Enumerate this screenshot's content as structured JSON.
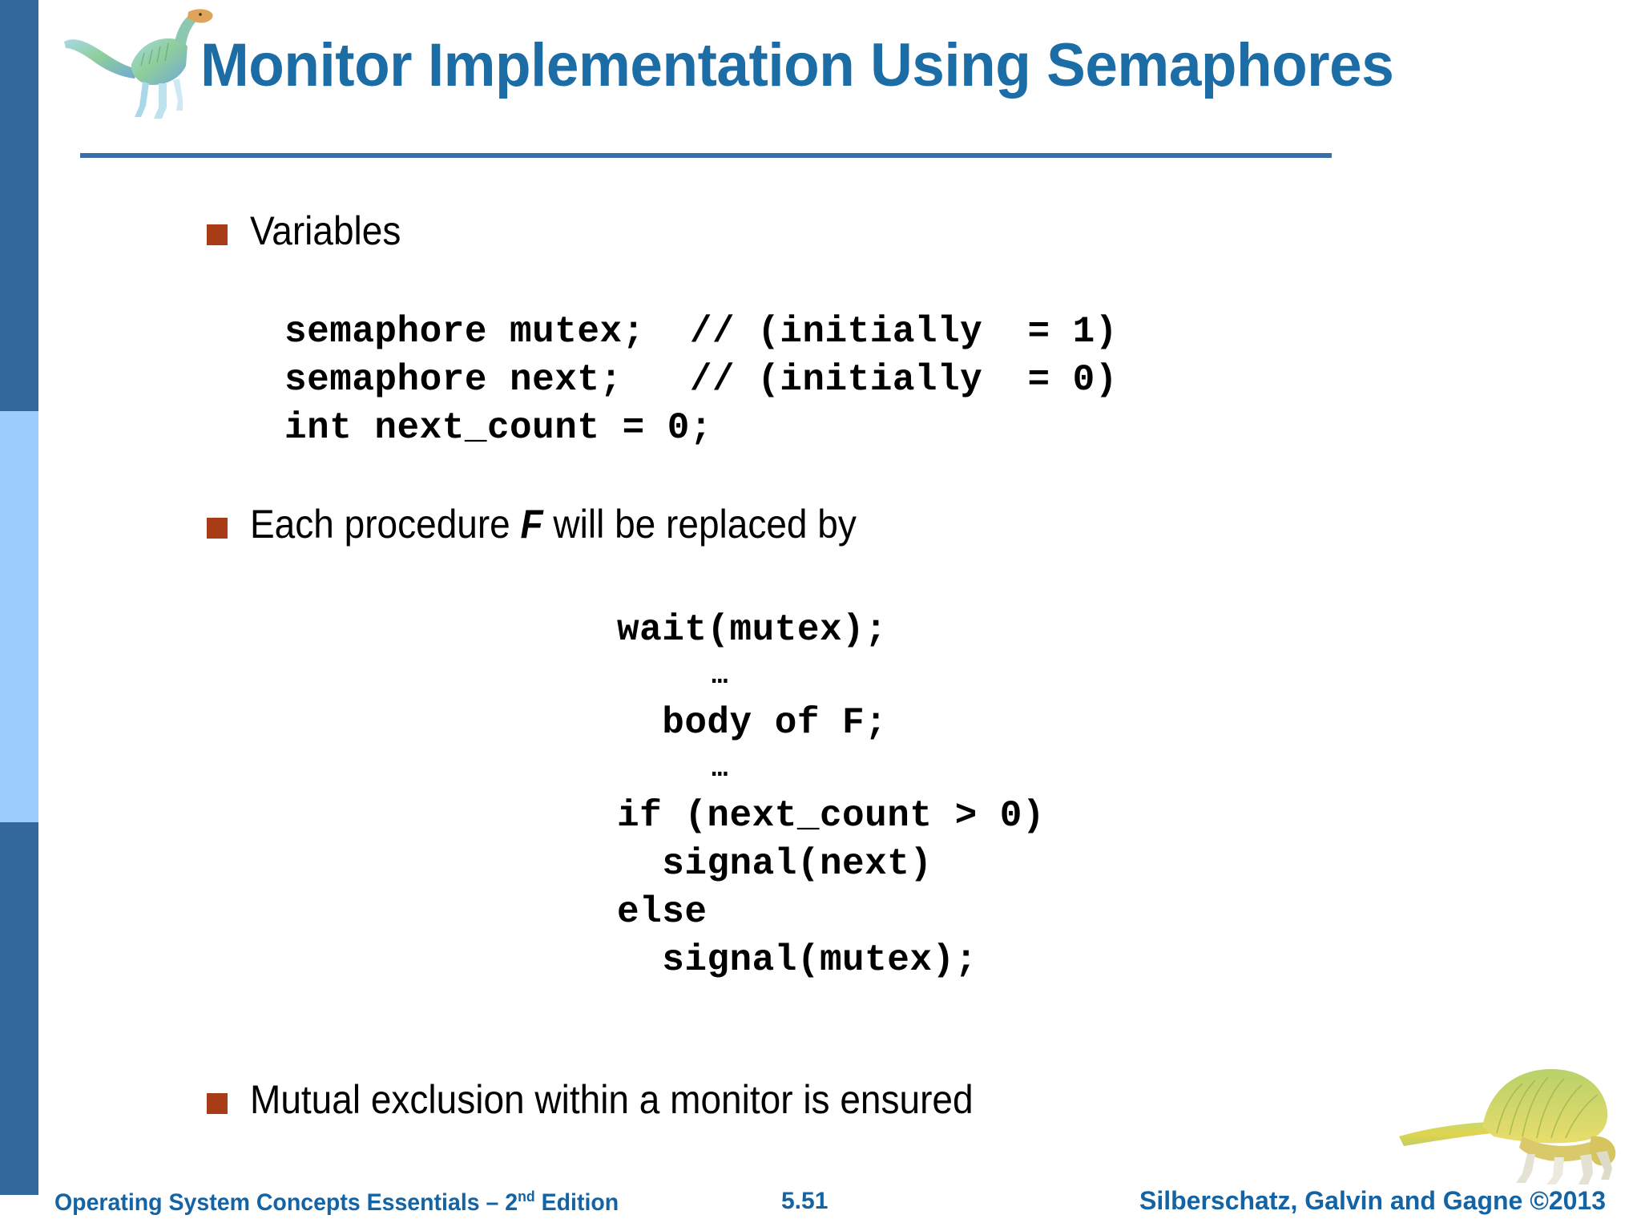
{
  "slide": {
    "title": "Monitor Implementation Using Semaphores",
    "accent_color": "#1c6ca6",
    "rule_color": "#3a6ea8",
    "bullet_color": "#a83c16",
    "sidebar_dark": "#33689c",
    "sidebar_light": "#9bccfd",
    "footer_color": "#1464a5"
  },
  "images": {
    "top_logo": "dinosaur-icon",
    "bottom_logo": "dinosaur-icon"
  },
  "bullets": [
    {
      "id": "variables",
      "text": "Variables"
    },
    {
      "id": "each-procedure",
      "prefix": "Each procedure ",
      "emphasis": "F",
      "suffix": " will be replaced by"
    },
    {
      "id": "mutual-exclusion",
      "text": "Mutual exclusion within a monitor is ensured"
    }
  ],
  "code_variables": "semaphore mutex;  // (initially  = 1)\nsemaphore next;   // (initially  = 0)\nint next_count = 0;",
  "code_procedure": {
    "line1": "wait(mutex);",
    "ellipsis1": "…",
    "line2": "  body of F;",
    "ellipsis2": "…",
    "line3": "if (next_count > 0)",
    "line4": "  signal(next)",
    "line5": "else",
    "line6": "  signal(mutex);"
  },
  "footer": {
    "book_prefix": "Operating System Concepts Essentials – 2",
    "book_superscript": "nd",
    "book_suffix": " Edition",
    "slide_number": "5.51",
    "copyright": "Silberschatz, Galvin and Gagne ©2013"
  }
}
